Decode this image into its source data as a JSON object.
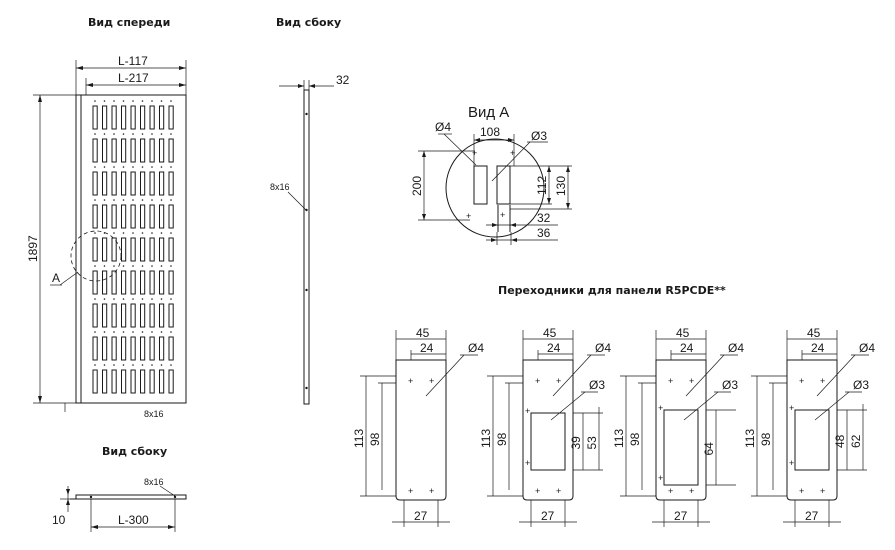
{
  "titles": {
    "front": "Вид спереди",
    "side_top": "Вид сбоку",
    "side_bottom": "Вид сбоку",
    "view_a": "Вид А",
    "adapters": "Переходники для панели R5PCDE**"
  },
  "front_view": {
    "dim_top1": "L-117",
    "dim_top2": "L-217",
    "dim_height": "1897",
    "callout": "А",
    "slot_label": "8x16"
  },
  "side_view_top": {
    "dim_width": "32",
    "slot_label": "8x16"
  },
  "side_view_bottom": {
    "slot_label": "8x16",
    "dim_thickness": "10",
    "dim_length": "L-300"
  },
  "view_a": {
    "d_hole_left": "Ø4",
    "dim_108": "108",
    "d_hole_right": "Ø3",
    "dim_200": "200",
    "dim_112": "112",
    "dim_130": "130",
    "dim_32": "32",
    "dim_36": "36"
  },
  "adapters": [
    {
      "w45": "45",
      "w24": "24",
      "d4": "Ø4",
      "h113": "113",
      "h98": "98",
      "b27": "27"
    },
    {
      "w45": "45",
      "w24": "24",
      "d4": "Ø4",
      "d3": "Ø3",
      "h113": "113",
      "h98": "98",
      "in1": "39",
      "in2": "53",
      "b27": "27"
    },
    {
      "w45": "45",
      "w24": "24",
      "d4": "Ø4",
      "d3": "Ø3",
      "h113": "113",
      "h98": "98",
      "in1": "64",
      "b27": "27"
    },
    {
      "w45": "45",
      "w24": "24",
      "d4": "Ø4",
      "d3": "Ø3",
      "h113": "113",
      "h98": "98",
      "in1": "48",
      "in2": "62",
      "b27": "27"
    }
  ]
}
